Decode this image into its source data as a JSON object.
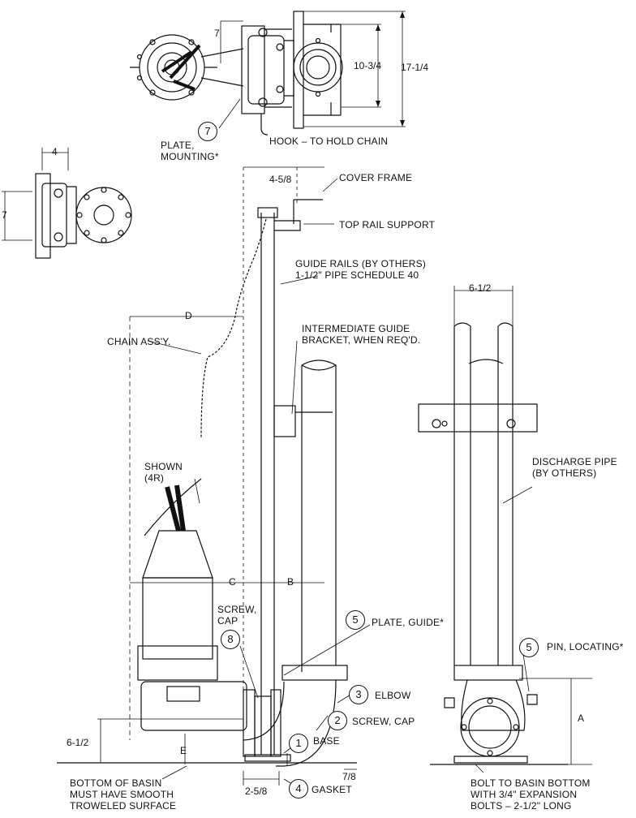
{
  "callouts": {
    "plate_mounting": "PLATE,\nMOUNTING*",
    "hook": "HOOK – TO HOLD CHAIN",
    "cover_frame": "COVER FRAME",
    "top_rail_support": "TOP RAIL SUPPORT",
    "guide_rails": "GUIDE RAILS (BY OTHERS)\n1-1/2\" PIPE SCHEDULE 40",
    "intermediate_bracket": "INTERMEDIATE GUIDE\nBRACKET, WHEN REQ'D.",
    "chain": "CHAIN ASS'Y.",
    "shown": "SHOWN\n(4R)",
    "screw_cap_top": "SCREW,\nCAP",
    "plate_guide": "PLATE, GUIDE*",
    "elbow": "ELBOW",
    "screw_cap": "SCREW, CAP",
    "base": "BASE",
    "gasket": "GASKET",
    "basin_note": "BOTTOM OF BASIN\nMUST HAVE SMOOTH\nTROWELED SURFACE",
    "discharge_pipe": "DISCHARGE PIPE\n(BY OTHERS)",
    "pin_locating": "PIN, LOCATING*",
    "bolt_note": "BOLT TO BASIN BOTTOM\nWITH 3/4\" EXPANSION\nBOLTS – 2-1/2\" LONG"
  },
  "item_numbers": {
    "plate_mounting": "7",
    "screw_cap_top": "8",
    "plate_guide": "5",
    "elbow": "3",
    "screw_cap": "2",
    "base": "1",
    "gasket": "4",
    "pin_locating": "5"
  },
  "dimensions": {
    "top_7": "7",
    "top_10_3_4": "10-3/4",
    "top_17_1_4": "17-1/4",
    "small_4": "4",
    "small_7": "7",
    "rail_4_5_8": "4-5/8",
    "D": "D",
    "C": "C",
    "B": "B",
    "E": "E",
    "A": "A",
    "height_6_1_2": "6-1/2",
    "base_2_5_8": "2-5/8",
    "base_7_8": "7/8",
    "rails_6_1_2": "6-1/2"
  }
}
